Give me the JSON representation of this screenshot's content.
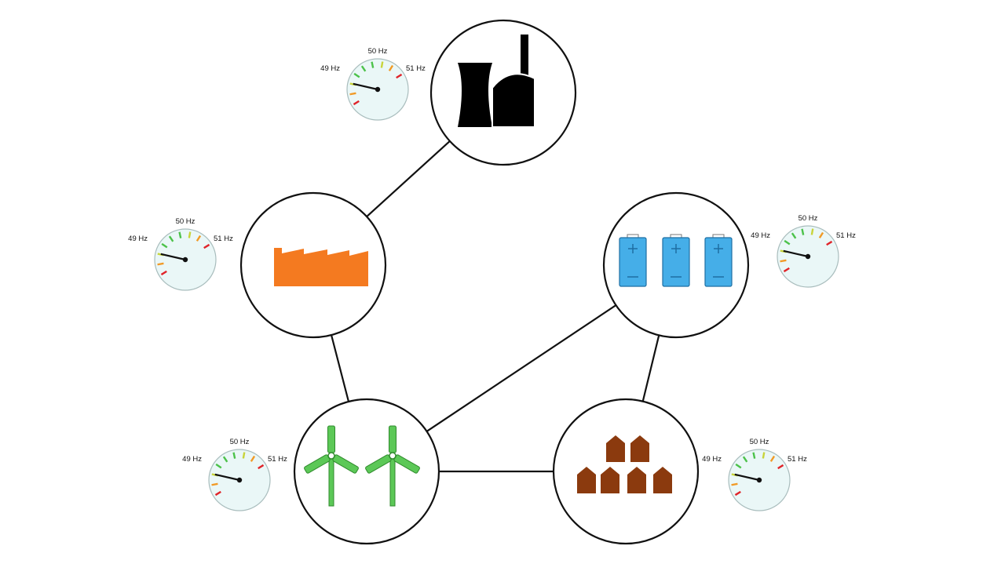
{
  "colors": {
    "line": "#111111",
    "plant": "#000000",
    "factory": "#f47a20",
    "battery": "#45aee8",
    "battery_outline": "#1e6fa3",
    "wind": "#5cc857",
    "wind_outline": "#2f8a2c",
    "houses": "#8b3a0e",
    "gauge_face": "#eaf7f7",
    "tick_red": "#e0242a",
    "tick_orange": "#f19a26",
    "tick_yellow": "#c8d43a",
    "tick_green": "#4cc24a"
  },
  "gauge_labels": {
    "low": "49 Hz",
    "mid": "50 Hz",
    "high": "51 Hz"
  },
  "nodes": [
    {
      "id": "power-plant",
      "icon": "power-plant-icon"
    },
    {
      "id": "factory",
      "icon": "factory-icon"
    },
    {
      "id": "batteries",
      "icon": "battery-icon"
    },
    {
      "id": "wind-turbines",
      "icon": "wind-turbine-icon"
    },
    {
      "id": "houses",
      "icon": "house-icon"
    }
  ],
  "connections": [
    [
      "power-plant",
      "factory"
    ],
    [
      "factory",
      "wind-turbines"
    ],
    [
      "wind-turbines",
      "batteries"
    ],
    [
      "wind-turbines",
      "houses"
    ],
    [
      "batteries",
      "houses"
    ]
  ],
  "gauges": [
    {
      "node": "power-plant",
      "frequency_hz": 49.5
    },
    {
      "node": "factory",
      "frequency_hz": 49.5
    },
    {
      "node": "batteries",
      "frequency_hz": 49.5
    },
    {
      "node": "wind-turbines",
      "frequency_hz": 49.5
    },
    {
      "node": "houses",
      "frequency_hz": 49.5
    }
  ]
}
